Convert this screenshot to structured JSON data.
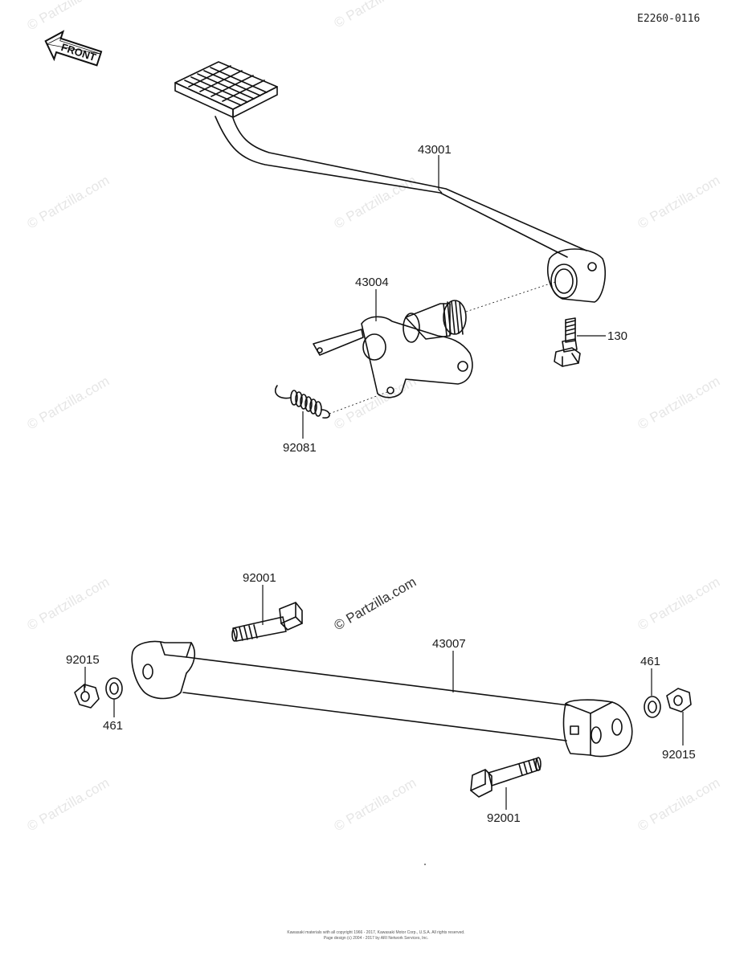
{
  "diagram": {
    "reference_code": "E2260-0116",
    "front_label": "FRONT",
    "watermark_text": "© Partzilla.com",
    "center_watermark_text": "© Partzilla.com",
    "callouts": {
      "pedal": "43001",
      "shaft": "43004",
      "bolt_130": "130",
      "spring": "92081",
      "bolt_top": "92001",
      "rod": "43007",
      "nut_left": "92015",
      "washer_left": "461",
      "washer_right": "461",
      "nut_right": "92015",
      "bolt_bottom": "92001"
    },
    "copyright_line1": "Kawasaki materials with all copyright 1966 - 2017, Kawasaki Motor Corp., U.S.A. All rights reserved.",
    "copyright_line2": "Page design (c) 2004 - 2017 by ARI Network Services, Inc."
  }
}
